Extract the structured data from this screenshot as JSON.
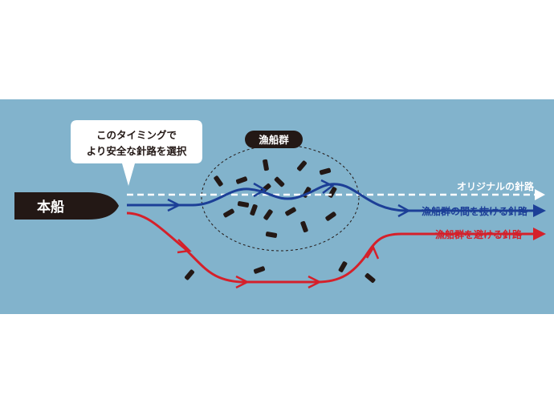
{
  "own_ship": {
    "label": "本船"
  },
  "callout": {
    "line1": "このタイミングで",
    "line2": "より安全な針路を選択"
  },
  "fleet": {
    "label": "漁船群"
  },
  "routes": {
    "original": {
      "label": "オリジナルの針路",
      "color": "#ffffff"
    },
    "through": {
      "label": "漁船群の間を抜ける針路",
      "color": "#1c3f97"
    },
    "avoid": {
      "label": "漁船群を避ける針路",
      "color": "#d5202a"
    }
  },
  "colors": {
    "sea": "#82b3cc",
    "boat": "#231815",
    "callout_bg": "#ffffff"
  }
}
